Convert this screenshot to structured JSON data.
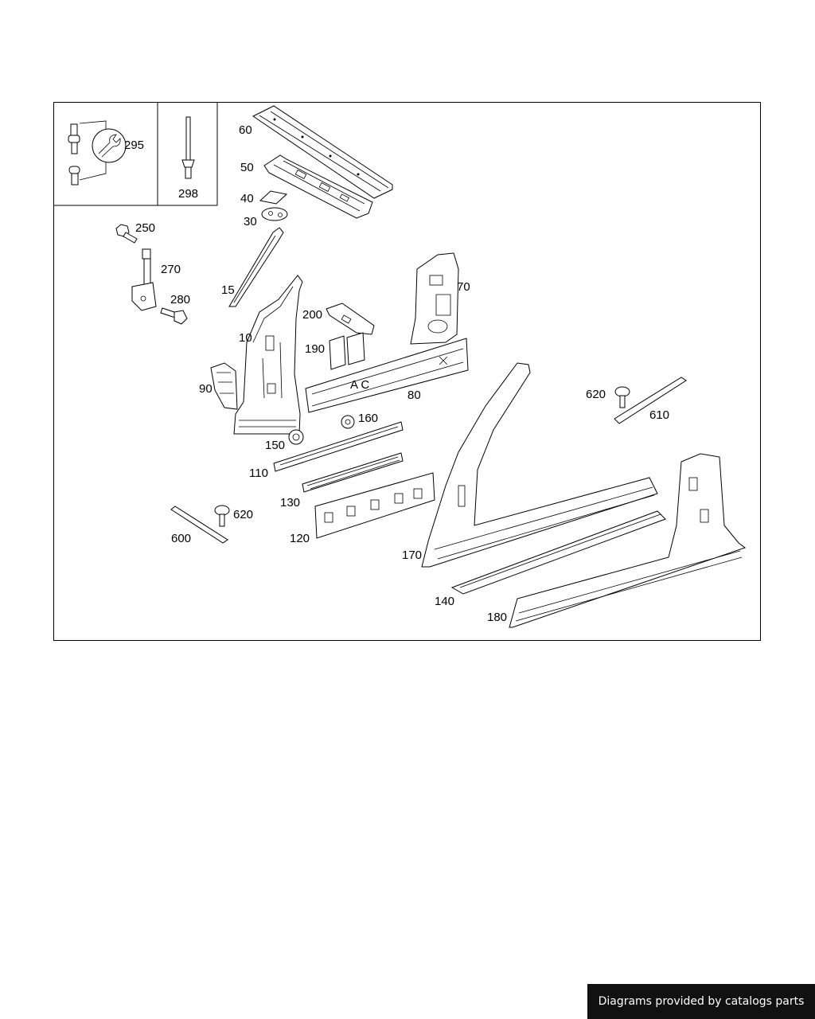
{
  "diagram": {
    "inset_labels": {
      "wrench_inset": "295",
      "bolt_inset": "298"
    },
    "callouts": {
      "c60": "60",
      "c50": "50",
      "c40": "40",
      "c30": "30",
      "c250": "250",
      "c270": "270",
      "c280": "280",
      "c15": "15",
      "c10": "10",
      "c90": "90",
      "c200": "200",
      "c190": "190",
      "c70": "70",
      "c80": "80",
      "c160": "160",
      "c150": "150",
      "c110": "110",
      "c130": "130",
      "c120": "120",
      "c620a": "620",
      "c610": "610",
      "c620b": "620",
      "c600": "600",
      "c170": "170",
      "c140": "140",
      "c180": "180"
    },
    "panel_marking": "A C"
  },
  "footer": {
    "text": "Diagrams provided by catalogs parts"
  }
}
